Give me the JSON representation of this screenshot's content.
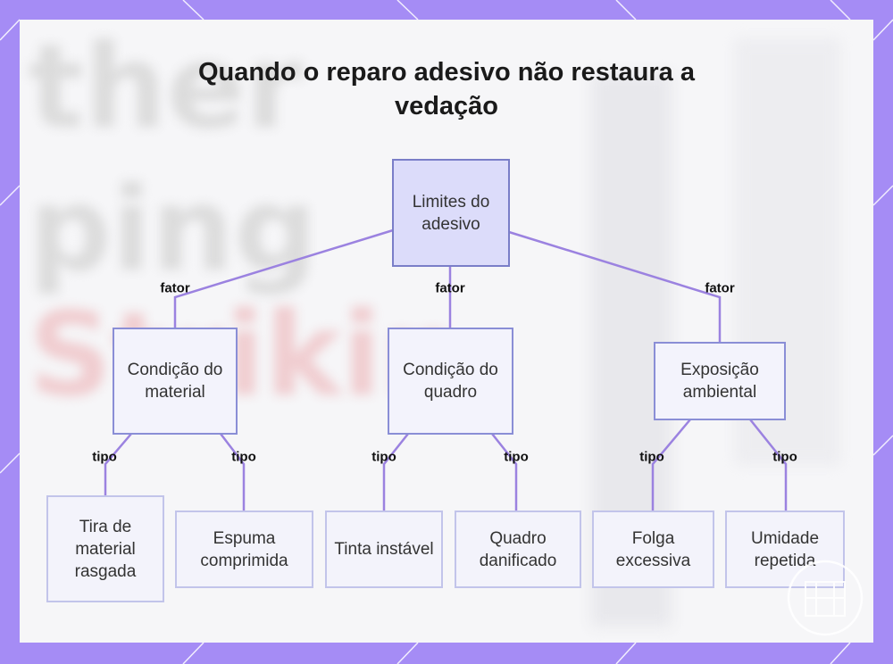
{
  "title": "Quando o reparo adesivo não restaura a vedação",
  "nodes": {
    "root": "Limites do adesivo",
    "material": "Condição do material",
    "quadro": "Condição do quadro",
    "ambiente": "Exposição ambiental",
    "tira": "Tira de material rasgada",
    "espuma": "Espuma comprimida",
    "tinta": "Tinta instável",
    "danificado": "Quadro danificado",
    "folga": "Folga excessiva",
    "umidade": "Umidade repetida"
  },
  "edge_labels": {
    "fator": "fator",
    "tipo": "tipo"
  },
  "background_text": [
    "ther",
    "ping",
    "Strikin"
  ],
  "colors": {
    "frame": "#a58cf5",
    "connector": "#9b82e0",
    "node_border": "#8a8ed6",
    "root_fill": "#dcdcfa"
  }
}
